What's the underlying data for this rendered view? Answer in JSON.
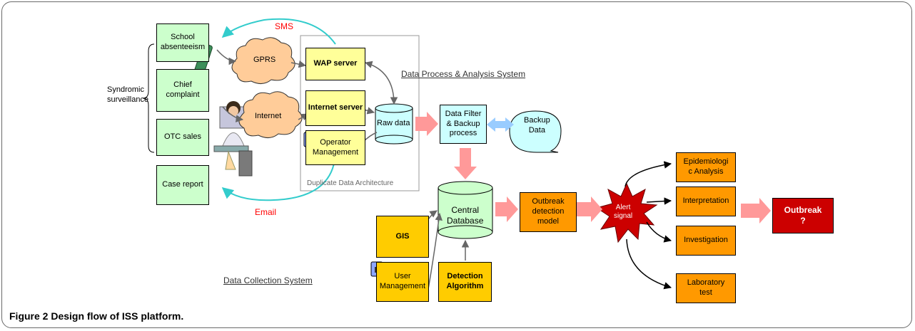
{
  "sources": {
    "school": "School\nabsenteeism",
    "chief": "Chief\ncomplaint",
    "otc": "OTC sales",
    "case": "Case report"
  },
  "syndromic": "Syndromic\nsurveillance",
  "clouds": {
    "gprs": "GPRS",
    "internet": "Internet"
  },
  "servers": {
    "wap": "WAP server",
    "internet": "Internet server",
    "operator": "Operator\nManagement"
  },
  "raw_data": "Raw data",
  "duplicate_arch": "Duplicate Data Architecture",
  "sms": "SMS",
  "email": "Email",
  "process_title": "Data Process & Analysis System",
  "filter": "Data Filter\n& Backup\nprocess",
  "backup": "Backup\nData",
  "central_db": "Central\nDatabase",
  "gis": "GIS",
  "user_mgmt": "User\nManagement",
  "detection_algo": "Detection\nAlgorithm",
  "collection_title": "Data Collection System",
  "outbreak_model": "Outbreak\ndetection\nmodel",
  "alert": "Alert\nsignal",
  "outcomes": {
    "epi": "Epidemiologi\nc Analysis",
    "interp": "Interpretation",
    "invest": "Investigation",
    "lab": "Laboratory\ntest"
  },
  "outbreak": "Outbreak\n?",
  "caption": {
    "label": "Figure 2",
    "text": " Design flow of ISS platform."
  },
  "colors": {
    "source_green": "#ccffcc",
    "server_yellow": "#ffff99",
    "process_cyan": "#ccffff",
    "input_gold": "#ffcc00",
    "model_orange": "#ff9900",
    "outbreak_red": "#cc0000",
    "arrow_pink": "#ff9999",
    "arrow_blue": "#99ccff",
    "link_teal": "#33cccc",
    "label_red": "#ff0000"
  }
}
